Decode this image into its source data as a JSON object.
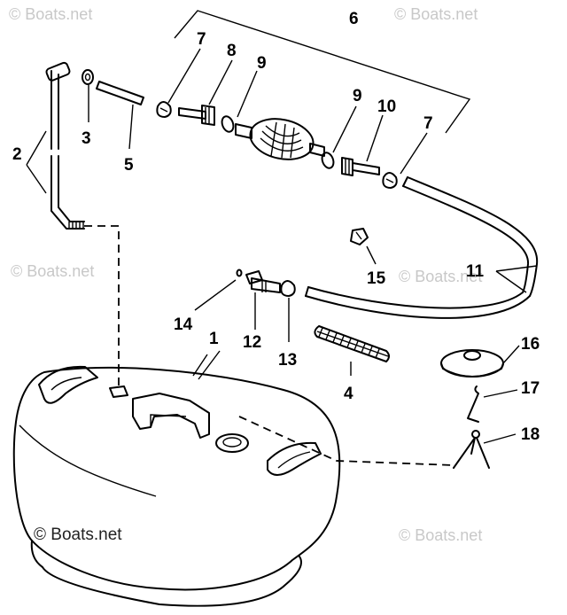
{
  "watermarks": {
    "top_left": "© Boats.net",
    "top_right": "© Boats.net",
    "mid_left": "© Boats.net",
    "mid_right": "© Boats.net",
    "bottom_left": "© Boats.net",
    "bottom_right": "© Boats.net"
  },
  "callouts": {
    "c1": "1",
    "c2": "2",
    "c3": "3",
    "c4": "4",
    "c5": "5",
    "c6": "6",
    "c7a": "7",
    "c7b": "7",
    "c8": "8",
    "c9a": "9",
    "c9b": "9",
    "c10": "10",
    "c11": "11",
    "c12": "12",
    "c13": "13",
    "c14": "14",
    "c15": "15",
    "c16": "16",
    "c17": "17",
    "c18": "18"
  },
  "colors": {
    "line": "#000000",
    "background": "#ffffff",
    "watermark": "#c8c8c8"
  }
}
